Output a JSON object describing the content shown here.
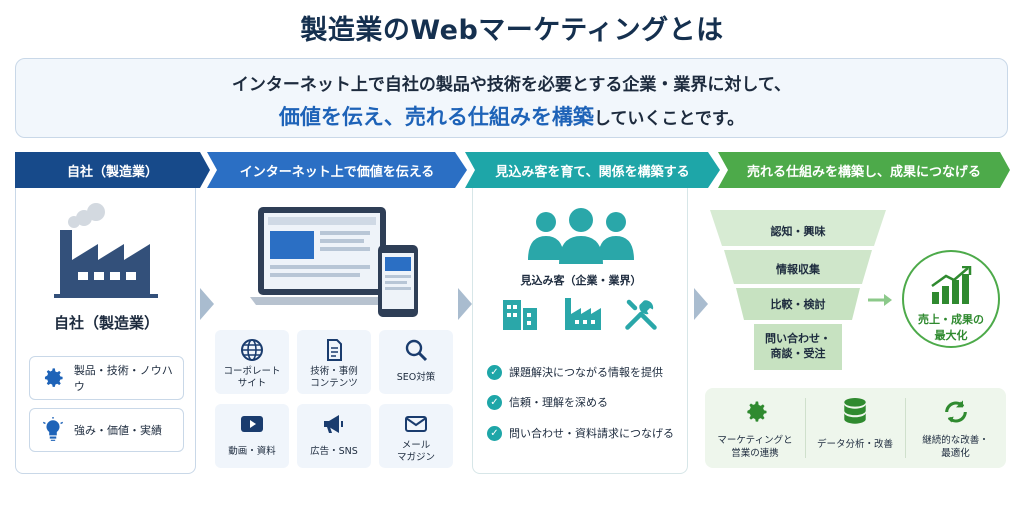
{
  "title": "製造業のWebマーケティングとは",
  "intro": {
    "line1": "インターネット上で自社の製品や技術を必要とする企業・業界に対して、",
    "line2_highlight": "価値を伝え、売れる仕組みを構築",
    "line2_rest": "していくことです。"
  },
  "steps": [
    {
      "label": "自社（製造業）",
      "color": "#174a8a"
    },
    {
      "label": "インターネット上で価値を伝える",
      "color": "#2b6fc4"
    },
    {
      "label": "見込み客を育て、関係を構築する",
      "color": "#1ea6a8"
    },
    {
      "label": "売れる仕組みを構築し、成果につなげる",
      "color": "#4daa4a"
    }
  ],
  "company": {
    "name": "自社（製造業）",
    "items": [
      {
        "label": "製品・技術・ノウハウ",
        "icon": "gear-icon"
      },
      {
        "label": "強み・価値・実績",
        "icon": "lightbulb-icon"
      }
    ]
  },
  "channels": [
    {
      "label": "コーポレート\nサイト",
      "icon": "globe-icon"
    },
    {
      "label": "技術・事例\nコンテンツ",
      "icon": "document-icon"
    },
    {
      "label": "SEO対策",
      "icon": "search-icon"
    },
    {
      "label": "動画・資料",
      "icon": "play-icon"
    },
    {
      "label": "広告・SNS",
      "icon": "megaphone-icon"
    },
    {
      "label": "メール\nマガジン",
      "icon": "mail-icon"
    }
  ],
  "prospects": {
    "label": "見込み客（企業・業界）",
    "benefits": [
      "課題解決につながる情報を提供",
      "信頼・理解を深める",
      "問い合わせ・資料請求につなげる"
    ]
  },
  "funnel": [
    "認知・興味",
    "情報収集",
    "比較・検討",
    "問い合わせ・\n商談・受注"
  ],
  "result": "売上・成果の\n最大化",
  "bottom": [
    {
      "label": "マーケティングと\n営業の連携",
      "icon": "gear-icon"
    },
    {
      "label": "データ分析・改善",
      "icon": "database-icon"
    },
    {
      "label": "継続的な改善・\n最適化",
      "icon": "refresh-icon"
    }
  ],
  "colors": {
    "navy": "#174a8a",
    "blue": "#2b6fc4",
    "teal": "#1ea6a8",
    "green": "#4daa4a"
  }
}
